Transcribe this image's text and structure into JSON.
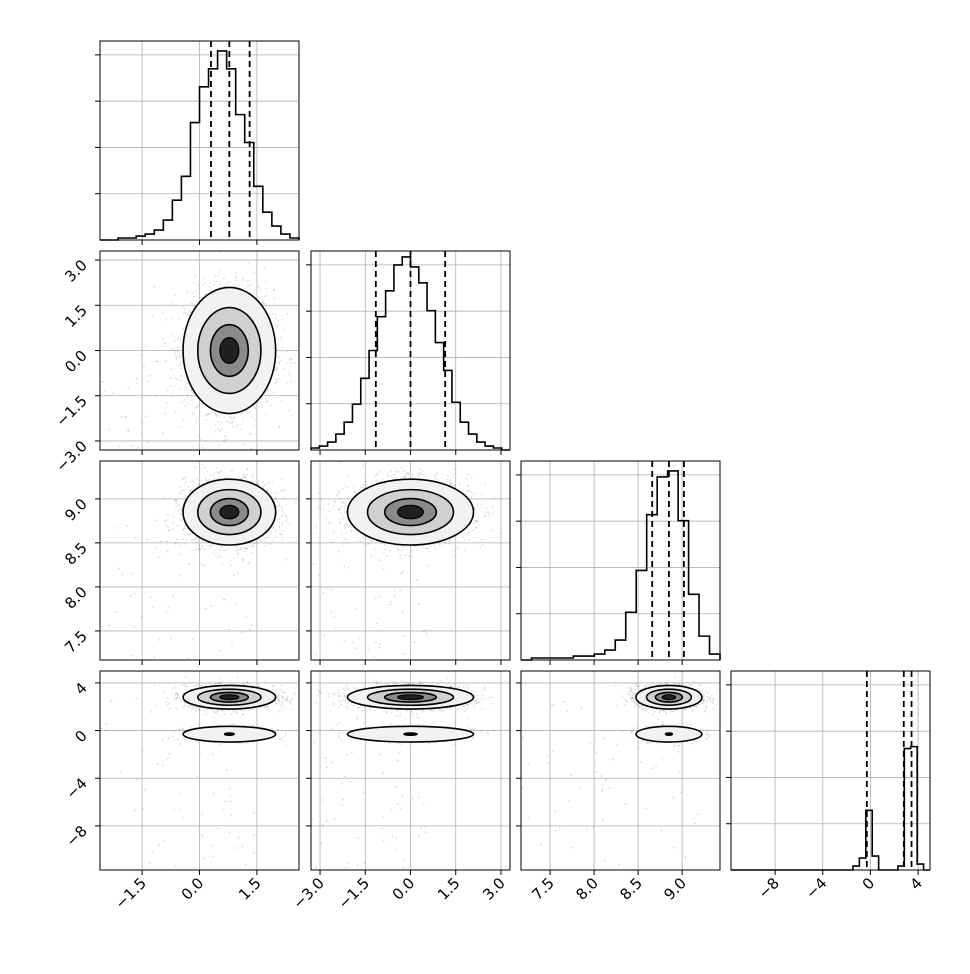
{
  "chart_data": {
    "type": "corner",
    "description_note": "",
    "grid": true,
    "parameters": [
      {
        "range": [
          -2.6,
          2.6
        ],
        "ticks": [
          -1.5,
          0.0,
          1.5
        ],
        "tick_labels": [
          "−1.5",
          "0.0",
          "1.5"
        ]
      },
      {
        "range": [
          -3.3,
          3.3
        ],
        "ticks": [
          -3.0,
          -1.5,
          0.0,
          1.5,
          3.0
        ],
        "tick_labels": [
          "−3.0",
          "−1.5",
          "0.0",
          "1.5",
          "3.0"
        ]
      },
      {
        "range": [
          7.17,
          9.43
        ],
        "ticks": [
          7.5,
          8.0,
          8.5,
          9.0
        ],
        "tick_labels": [
          "7.5",
          "8.0",
          "8.5",
          "9.0"
        ]
      },
      {
        "range": [
          -11.7,
          5.0
        ],
        "ticks": [
          -8,
          -4,
          0,
          4
        ],
        "tick_labels": [
          "−8",
          "−4",
          "0",
          "4"
        ]
      }
    ],
    "quantiles": [
      [
        0.3,
        0.78,
        1.31
      ],
      [
        -1.15,
        0.0,
        1.15
      ],
      [
        8.66,
        8.85,
        9.02
      ],
      [
        -0.3,
        2.8,
        3.45
      ]
    ],
    "histograms": [
      {
        "bin_values": [
          0.0,
          0.0,
          0.01,
          0.01,
          0.02,
          0.03,
          0.05,
          0.1,
          0.2,
          0.32,
          0.59,
          0.77,
          0.86,
          0.95,
          0.86,
          0.63,
          0.49,
          0.27,
          0.14,
          0.07,
          0.03,
          0.01
        ],
        "bins": [
          -2.6,
          2.6
        ]
      },
      {
        "bin_values": [
          0.01,
          0.02,
          0.04,
          0.08,
          0.14,
          0.23,
          0.36,
          0.5,
          0.67,
          0.8,
          0.93,
          0.97,
          0.92,
          0.84,
          0.7,
          0.54,
          0.4,
          0.24,
          0.14,
          0.08,
          0.04,
          0.02,
          0.01,
          0.0
        ],
        "bins": [
          -3.3,
          3.3
        ]
      },
      {
        "bin_values": [
          0.0,
          0.01,
          0.01,
          0.01,
          0.01,
          0.02,
          0.02,
          0.03,
          0.05,
          0.1,
          0.24,
          0.45,
          0.73,
          0.92,
          0.95,
          0.7,
          0.33,
          0.12,
          0.03
        ],
        "bins": [
          7.17,
          9.43
        ]
      },
      {
        "bin_values": [
          0.0,
          0.0,
          0.0,
          0.0,
          0.0,
          0.0,
          0.0,
          0.0,
          0.0,
          0.0,
          0.0,
          0.0,
          0.0,
          0.0,
          0.0,
          0.0,
          0.0,
          0.0,
          0.0,
          0.02,
          0.06,
          0.3,
          0.07,
          0.0,
          0.0,
          0.0,
          0.02,
          0.61,
          0.62,
          0.03,
          0.0
        ],
        "bins": [
          -11.7,
          5.0
        ]
      }
    ],
    "pairs": [
      {
        "i": 1,
        "j": 0,
        "modes": [
          {
            "cx": 0.78,
            "cy": 0.0,
            "sx": 0.55,
            "sy": 0.95,
            "w": 1.0
          }
        ]
      },
      {
        "i": 2,
        "j": 0,
        "modes": [
          {
            "cx": 0.78,
            "cy": 8.85,
            "sx": 0.55,
            "sy": 0.17,
            "w": 1.0
          }
        ]
      },
      {
        "i": 2,
        "j": 1,
        "modes": [
          {
            "cx": 0.0,
            "cy": 8.85,
            "sx": 0.95,
            "sy": 0.17,
            "w": 1.0
          }
        ]
      },
      {
        "i": 3,
        "j": 0,
        "modes": [
          {
            "cx": 0.78,
            "cy": 2.8,
            "sx": 0.55,
            "sy": 0.45,
            "w": 0.8
          },
          {
            "cx": 0.78,
            "cy": -0.3,
            "sx": 0.55,
            "sy": 0.3,
            "w": 0.2
          }
        ]
      },
      {
        "i": 3,
        "j": 1,
        "modes": [
          {
            "cx": 0.0,
            "cy": 2.8,
            "sx": 0.95,
            "sy": 0.45,
            "w": 0.8
          },
          {
            "cx": 0.0,
            "cy": -0.3,
            "sx": 0.95,
            "sy": 0.3,
            "w": 0.2
          }
        ]
      },
      {
        "i": 3,
        "j": 2,
        "modes": [
          {
            "cx": 8.85,
            "cy": 2.8,
            "sx": 0.17,
            "sy": 0.45,
            "w": 0.8
          },
          {
            "cx": 8.85,
            "cy": -0.3,
            "sx": 0.17,
            "sy": 0.3,
            "w": 0.2
          }
        ]
      }
    ]
  }
}
